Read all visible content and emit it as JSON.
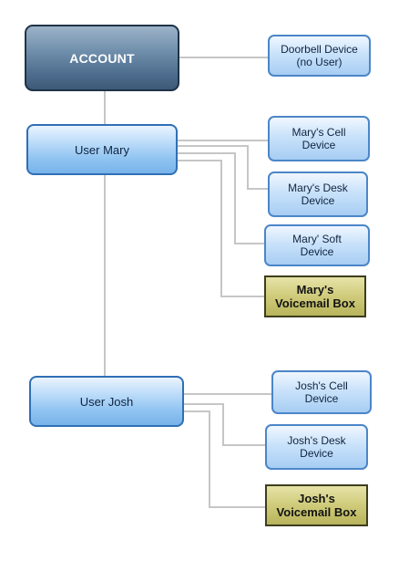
{
  "account": {
    "label": "ACCOUNT"
  },
  "devices": {
    "doorbell": {
      "line1": "Doorbell Device",
      "line2": "(no User)"
    },
    "mary_cell": {
      "line1": "Mary's Cell",
      "line2": "Device"
    },
    "mary_desk": {
      "line1": "Mary's Desk",
      "line2": "Device"
    },
    "mary_soft": {
      "line1": "Mary' Soft",
      "line2": "Device"
    },
    "josh_cell": {
      "line1": "Josh's Cell",
      "line2": "Device"
    },
    "josh_desk": {
      "line1": "Josh's Desk",
      "line2": "Device"
    }
  },
  "users": {
    "mary": {
      "label": "User Mary"
    },
    "josh": {
      "label": "User Josh"
    }
  },
  "voicemail": {
    "mary": {
      "line1": "Mary's",
      "line2": "Voicemail Box"
    },
    "josh": {
      "line1": "Josh's",
      "line2": "Voicemail Box"
    }
  },
  "colors": {
    "account_fill": "#4f6e8f",
    "user_fill": "#8fc3f1",
    "device_fill": "#c9e2fa",
    "voicemail_fill": "#cfcb7a",
    "connector": "#c6c6c6"
  }
}
